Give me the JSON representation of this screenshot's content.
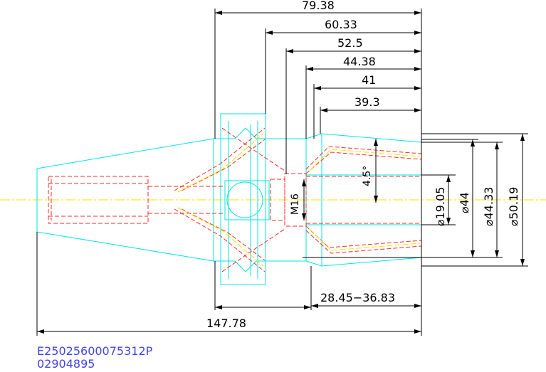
{
  "dimensions": {
    "top": [
      "79.38",
      "60.33",
      "52.5",
      "44.38",
      "41",
      "39.3"
    ],
    "angle": "4.5°",
    "thread": "M16",
    "diameters": [
      "⌀19.05",
      "⌀44",
      "⌀44.33",
      "⌀50.19"
    ],
    "range": "28.45−36.83",
    "overall_length": "147.78"
  },
  "caption": {
    "line1": "E25025600075312P",
    "line2": "02904895"
  },
  "colors": {
    "outline": "#00e5e5",
    "hidden": "#ff2a2a",
    "centerline": "#f2e600",
    "dimension": "#000000",
    "caption": "#4343e6"
  }
}
